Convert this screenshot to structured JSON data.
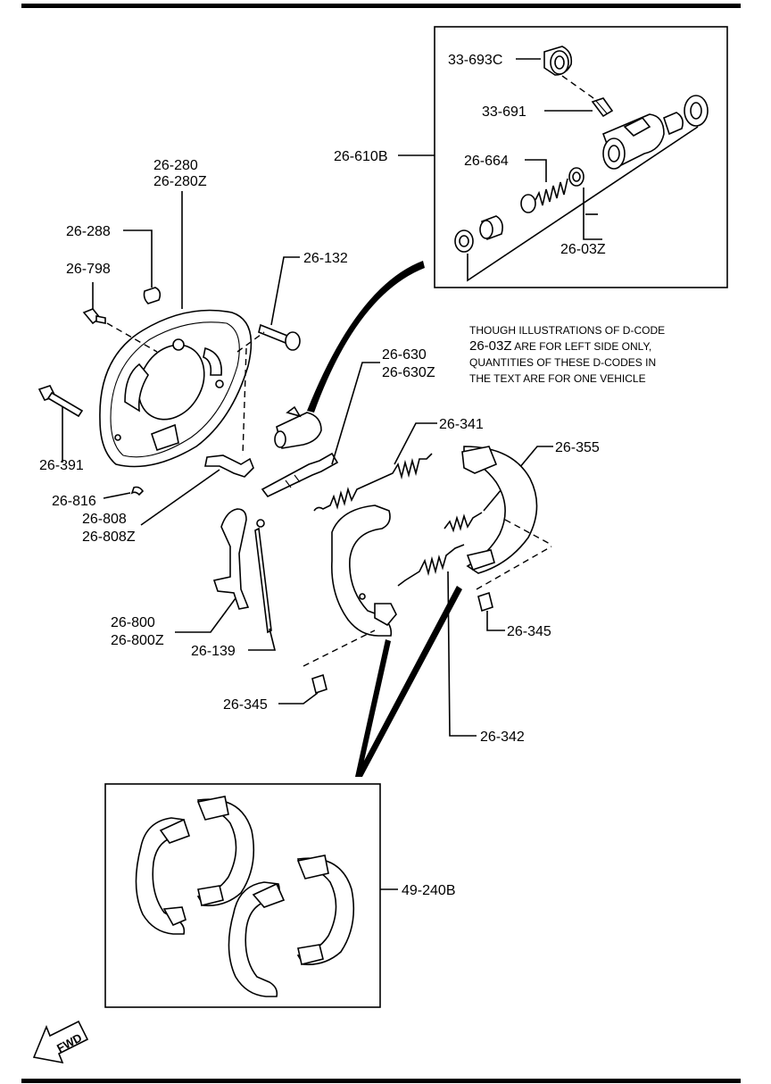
{
  "labels": {
    "p33693c": "33-693C",
    "p33691": "33-691",
    "p26610b": "26-610B",
    "p26664": "26-664",
    "p2603z": "26-03Z",
    "p26280": "26-280",
    "p26280z": "26-280Z",
    "p26288": "26-288",
    "p26798": "26-798",
    "p26132": "26-132",
    "p26630": "26-630",
    "p26630z": "26-630Z",
    "p26391": "26-391",
    "p26341": "26-341",
    "p26355": "26-355",
    "p26816": "26-816",
    "p26808": "26-808",
    "p26808z": "26-808Z",
    "p26800": "26-800",
    "p26800z": "26-800Z",
    "p26139": "26-139",
    "p26345a": "26-345",
    "p26345b": "26-345",
    "p26342": "26-342",
    "p49240b": "49-240B"
  },
  "note": {
    "line1": "THOUGH ILLUSTRATIONS OF D-CODE",
    "line2a": "26-03Z",
    "line2b": " ARE FOR LEFT SIDE ONLY,",
    "line3": "QUANTITIES OF THESE D-CODES IN",
    "line4": "THE TEXT ARE FOR ONE VEHICLE"
  },
  "fwd_label": "FWD"
}
